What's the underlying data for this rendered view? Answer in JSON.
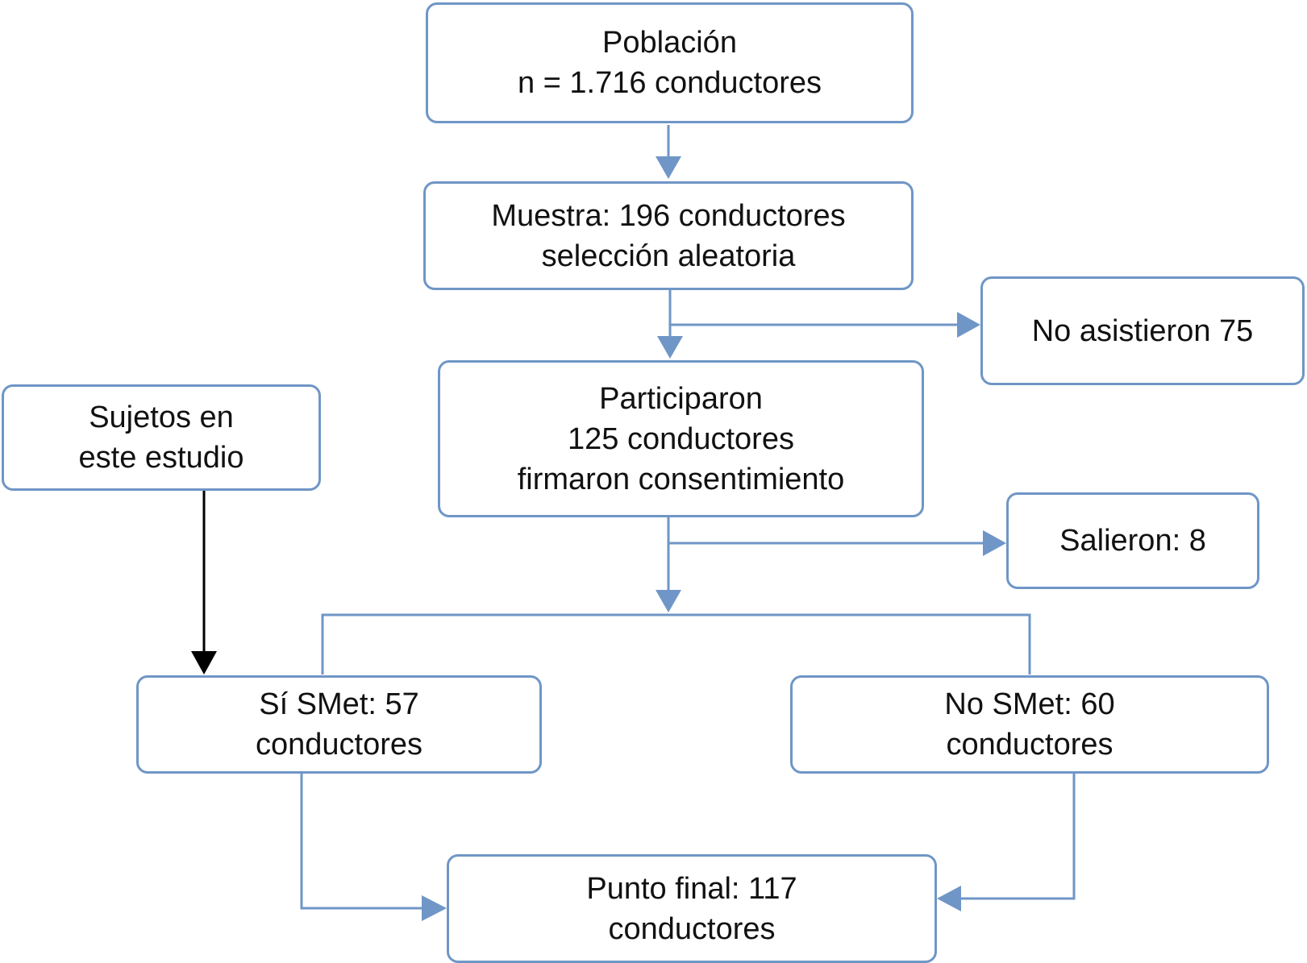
{
  "colors": {
    "box_border": "#6f96c6",
    "flow_arrow": "#6f96c6",
    "study_arrow": "#000000",
    "text": "#111111"
  },
  "nodes": {
    "poblacion": {
      "line1": "Población",
      "line2": "n = 1.716 conductores"
    },
    "muestra": {
      "line1": "Muestra: 196 conductores",
      "line2": "selección aleatoria"
    },
    "no_asistieron": {
      "line1": "No asistieron 75"
    },
    "participaron": {
      "line1": "Participaron",
      "line2": "125 conductores",
      "line3": "firmaron consentimiento"
    },
    "sujetos": {
      "line1": "Sujetos en",
      "line2": "este estudio"
    },
    "salieron": {
      "line1": "Salieron: 8"
    },
    "si_smet": {
      "line1": "Sí SMet: 57",
      "line2": "conductores"
    },
    "no_smet": {
      "line1": "No SMet: 60",
      "line2": "conductores"
    },
    "punto_final": {
      "line1": "Punto final: 117",
      "line2": "conductores"
    }
  }
}
